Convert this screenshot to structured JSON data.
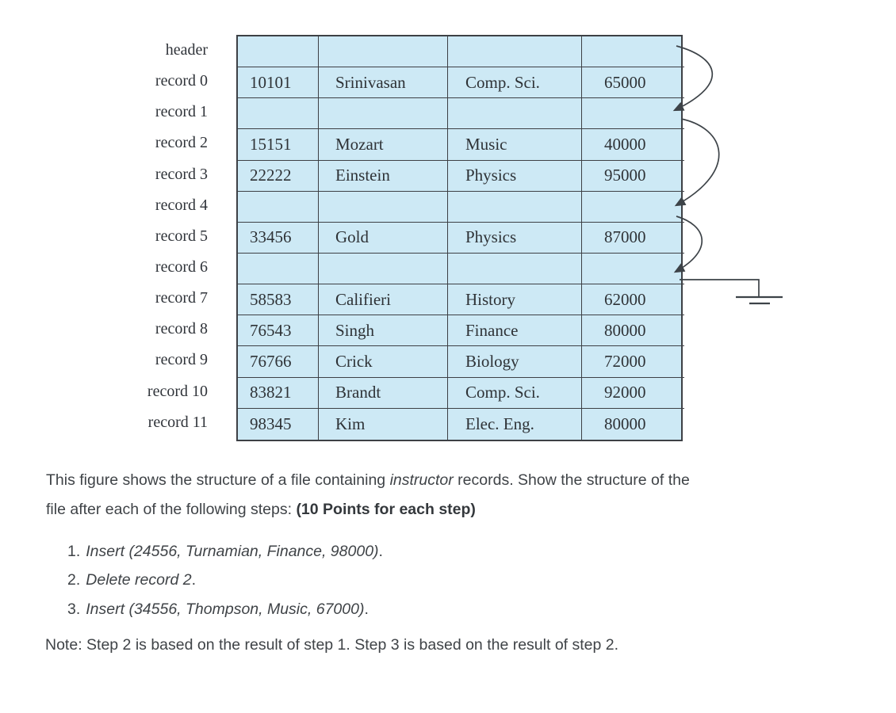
{
  "figure": {
    "row_labels": [
      "header",
      "record 0",
      "record 1",
      "record 2",
      "record 3",
      "record 4",
      "record 5",
      "record 6",
      "record 7",
      "record 8",
      "record 9",
      "record 10",
      "record 11"
    ],
    "rows": [
      {
        "id": "",
        "name": "",
        "dept": "",
        "salary": ""
      },
      {
        "id": "10101",
        "name": "Srinivasan",
        "dept": "Comp. Sci.",
        "salary": "65000"
      },
      {
        "id": "",
        "name": "",
        "dept": "",
        "salary": ""
      },
      {
        "id": "15151",
        "name": "Mozart",
        "dept": "Music",
        "salary": "40000"
      },
      {
        "id": "22222",
        "name": "Einstein",
        "dept": "Physics",
        "salary": "95000"
      },
      {
        "id": "",
        "name": "",
        "dept": "",
        "salary": ""
      },
      {
        "id": "33456",
        "name": "Gold",
        "dept": "Physics",
        "salary": "87000"
      },
      {
        "id": "",
        "name": "",
        "dept": "",
        "salary": ""
      },
      {
        "id": "58583",
        "name": "Califieri",
        "dept": "History",
        "salary": "62000"
      },
      {
        "id": "76543",
        "name": "Singh",
        "dept": "Finance",
        "salary": "80000"
      },
      {
        "id": "76766",
        "name": "Crick",
        "dept": "Biology",
        "salary": "72000"
      },
      {
        "id": "83821",
        "name": "Brandt",
        "dept": "Comp. Sci.",
        "salary": "92000"
      },
      {
        "id": "98345",
        "name": "Kim",
        "dept": "Elec. Eng.",
        "salary": "80000"
      }
    ],
    "free_list_chain": [
      "header",
      "record 1",
      "record 4",
      "record 6",
      "null (ground symbol)"
    ],
    "colors": {
      "cell_bg": "#cde9f5",
      "grid_line": "#3d4045",
      "arrow": "#3d4348"
    }
  },
  "question": {
    "intro_1": "This figure shows the structure of a file containing ",
    "intro_italic": "instructor",
    "intro_2a": " records. Show the structure of the",
    "intro_2b": "file after each of the following steps: ",
    "intro_bold": "(10 Points for each step)",
    "steps": [
      {
        "num": "1.",
        "text": "Insert (24556, Turnamian, Finance, 98000)",
        "suffix": "."
      },
      {
        "num": "2.",
        "text": "Delete record 2",
        "suffix": "."
      },
      {
        "num": "3.",
        "text": "Insert (34556, Thompson, Music, 67000)",
        "suffix": "."
      }
    ],
    "note": "Note: Step 2 is based on the result of step 1. Step 3 is based on the result of step 2."
  }
}
